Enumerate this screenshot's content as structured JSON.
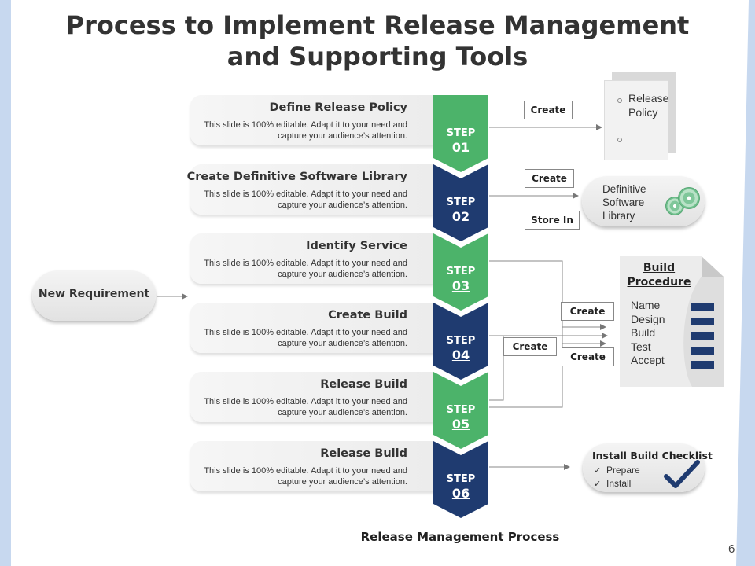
{
  "title_line1": "Process to Implement Release Management",
  "title_line2": "and Supporting Tools",
  "steps": [
    {
      "title": "Define Release Policy",
      "desc": "This slide is 100% editable. Adapt it to your need and capture your audience’s attention.",
      "word": "STEP",
      "num": "01"
    },
    {
      "title": "Create Definitive Software Library",
      "desc": "This slide is 100% editable. Adapt it to your need and capture your audience’s attention.",
      "word": "STEP",
      "num": "02"
    },
    {
      "title": "Identify Service",
      "desc": "This slide is 100% editable. Adapt it to your need and capture your audience’s attention.",
      "word": "STEP",
      "num": "03"
    },
    {
      "title": "Create Build",
      "desc": "This slide is 100% editable. Adapt it to your need and capture your audience’s attention.",
      "word": "STEP",
      "num": "04"
    },
    {
      "title": "Release Build",
      "desc": "This slide is 100% editable. Adapt it to your need and capture your audience’s attention.",
      "word": "STEP",
      "num": "05"
    },
    {
      "title": "Release Build",
      "desc": "This slide is 100% editable. Adapt it to your need and capture your audience’s attention.",
      "word": "STEP",
      "num": "06"
    }
  ],
  "new_requirement": "New Requirement",
  "connectors": {
    "create_1": "Create",
    "create_2": "Create",
    "store_in": "Store In",
    "create_3": "Create",
    "create_4": "Create",
    "create_5": "Create"
  },
  "release_policy": {
    "line1": "Release",
    "line2": "Policy"
  },
  "dsl": {
    "line1": "Definitive",
    "line2": "Software",
    "line3": "Library"
  },
  "build_procedure": {
    "title_line1": "Build",
    "title_line2": "Procedure",
    "items": [
      "Name",
      "Design",
      "Build",
      "Test",
      "Accept"
    ]
  },
  "checklist": {
    "title": "Install Build Checklist",
    "items": [
      "Prepare",
      "Install"
    ],
    "tick": "✓"
  },
  "caption": "Release Management Process",
  "page_number": "6",
  "colors": {
    "green": "#4cb36a",
    "navy": "#1f3b70",
    "card": "#efefef",
    "accent_bg": "#c7d8ef"
  }
}
